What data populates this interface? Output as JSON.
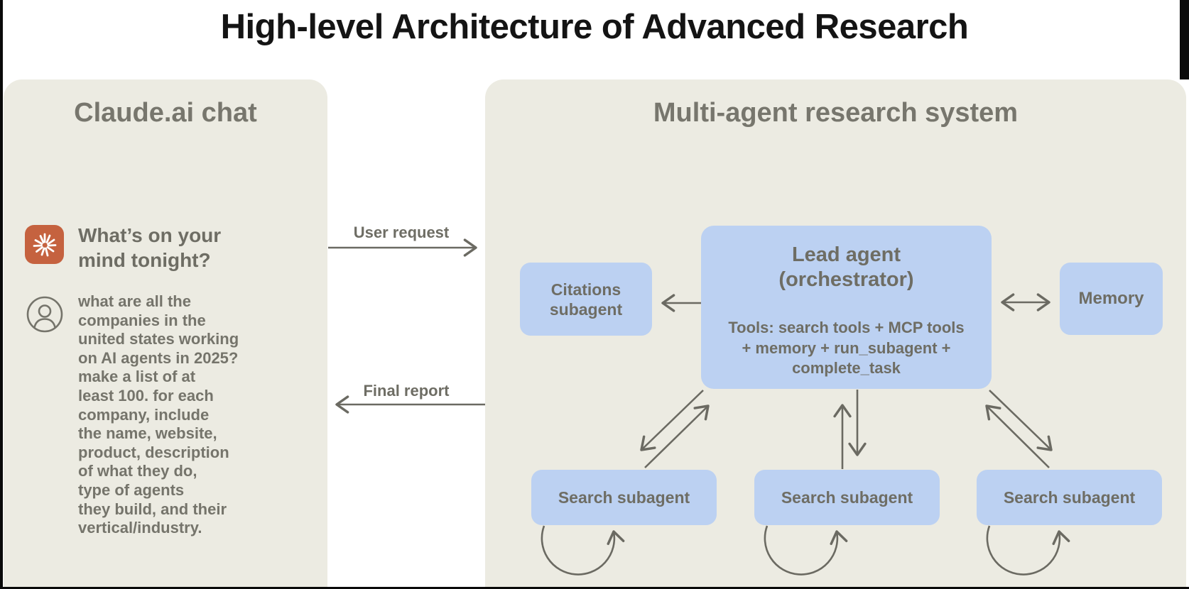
{
  "title": "High-level Architecture of Advanced Research",
  "left_panel": {
    "header": "Claude.ai chat",
    "assistant_prompt": "What’s on your\nmind tonight?",
    "user_message": "what are all the\ncompanies in the\nunited states working\non AI agents in 2025?\nmake a list of at\nleast 100. for each\ncompany, include\nthe name, website,\nproduct, description\nof what they do,\ntype of agents\nthey build, and their\nvertical/industry."
  },
  "connectors": {
    "user_request_label": "User request",
    "final_report_label": "Final report"
  },
  "right_panel": {
    "header": "Multi-agent research system",
    "lead_agent": {
      "title": "Lead agent\n(orchestrator)",
      "tools": "Tools: search tools + MCP tools\n+ memory + run_subagent +\ncomplete_task"
    },
    "citations_subagent": "Citations\nsubagent",
    "memory": "Memory",
    "search_subagents": [
      "Search subagent",
      "Search subagent",
      "Search subagent"
    ]
  },
  "icons": {
    "claude_spark": "claude-spark-icon",
    "user_avatar": "user-avatar-icon"
  },
  "colors": {
    "panel_background": "#ECEBE2",
    "node_blue": "#BCD1F2",
    "text_gray": "#6E6D64",
    "arrow_gray": "#6B6A62",
    "claude_orange": "#C5623F",
    "title_black": "#141414"
  }
}
